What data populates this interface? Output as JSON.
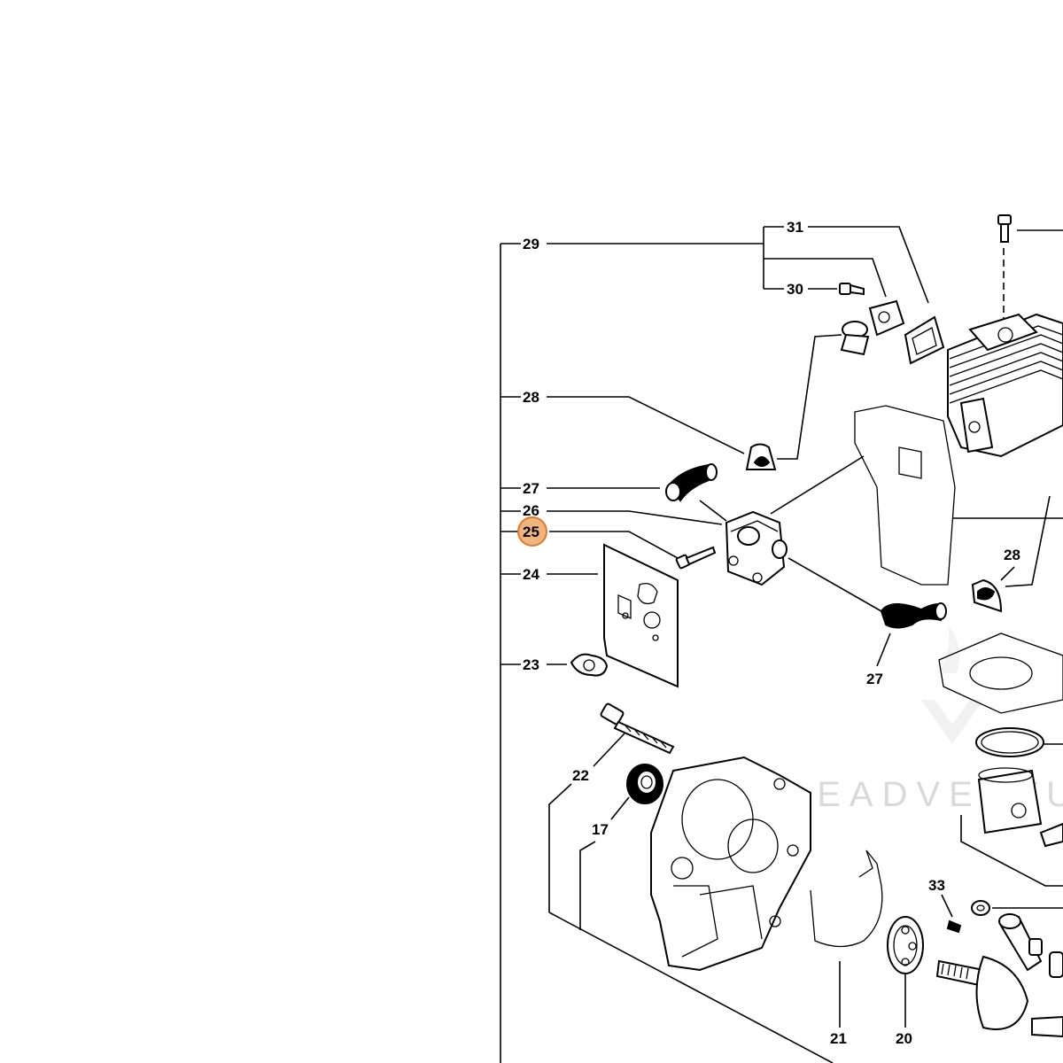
{
  "diagram": {
    "callouts": [
      {
        "id": "31",
        "label": "31"
      },
      {
        "id": "30",
        "label": "30"
      },
      {
        "id": "29",
        "label": "29"
      },
      {
        "id": "28a",
        "label": "28"
      },
      {
        "id": "28b",
        "label": "28"
      },
      {
        "id": "27a",
        "label": "27"
      },
      {
        "id": "27b",
        "label": "27"
      },
      {
        "id": "26",
        "label": "26"
      },
      {
        "id": "25",
        "label": "25",
        "highlighted": true
      },
      {
        "id": "24",
        "label": "24"
      },
      {
        "id": "23",
        "label": "23"
      },
      {
        "id": "22",
        "label": "22"
      },
      {
        "id": "17",
        "label": "17"
      },
      {
        "id": "33",
        "label": "33"
      },
      {
        "id": "21",
        "label": "21"
      },
      {
        "id": "20",
        "label": "20"
      }
    ],
    "highlight_color": "#f0b482",
    "watermark": "LEADVENTU"
  }
}
